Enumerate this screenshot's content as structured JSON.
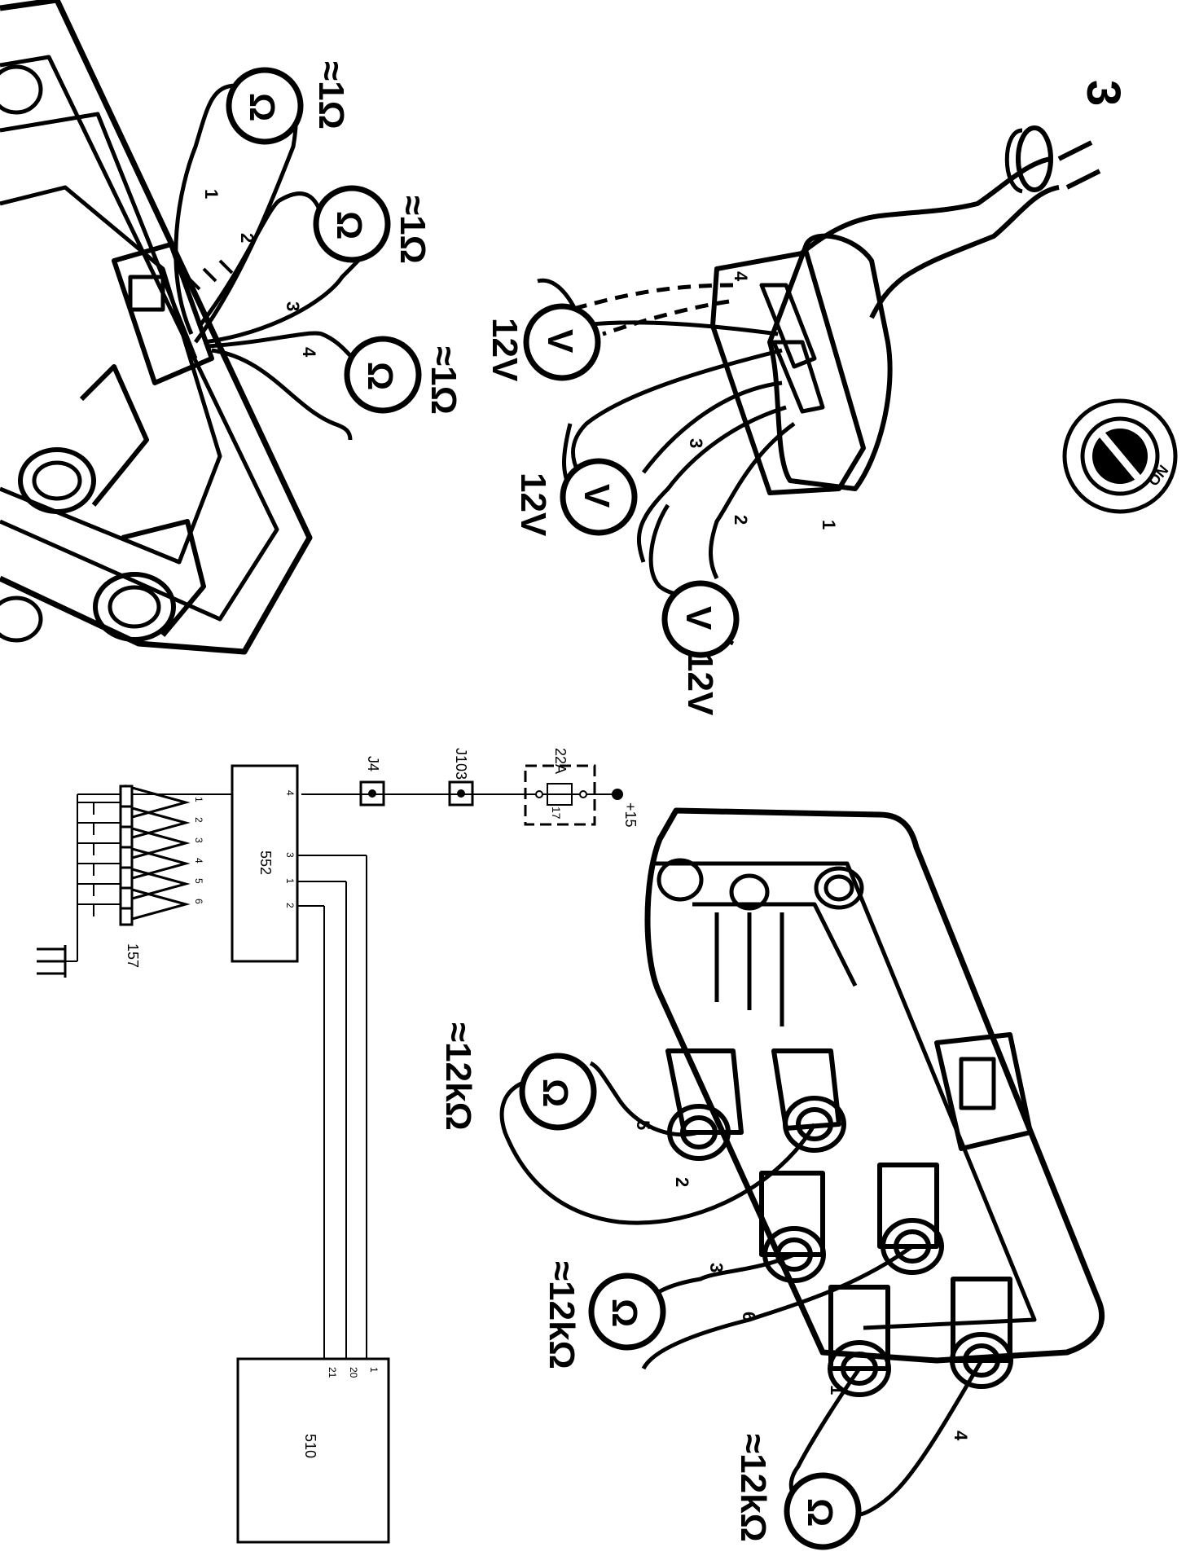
{
  "figure_number": "3",
  "ignition": {
    "label": "ON"
  },
  "coil_primary_test": {
    "wires": [
      "1",
      "2",
      "3",
      "4"
    ],
    "meters": [
      {
        "symbol": "Ω",
        "reading": "≈1Ω"
      },
      {
        "symbol": "Ω",
        "reading": "≈1Ω"
      },
      {
        "symbol": "Ω",
        "reading": "≈1Ω"
      }
    ]
  },
  "connector_voltage_test": {
    "pins": [
      "4",
      "3",
      "2",
      "1"
    ],
    "meters": [
      {
        "symbol": "V",
        "reading": "12V"
      },
      {
        "symbol": "V",
        "reading": "12V"
      },
      {
        "symbol": "V",
        "reading": "12V"
      }
    ]
  },
  "coil_secondary_test": {
    "towers": [
      "5",
      "2",
      "3",
      "6",
      "1",
      "4"
    ],
    "meters": [
      {
        "symbol": "Ω",
        "reading": "≈12kΩ"
      },
      {
        "symbol": "Ω",
        "reading": "≈12kΩ"
      },
      {
        "symbol": "Ω",
        "reading": "≈12kΩ"
      }
    ]
  },
  "schematic": {
    "supply": "+15",
    "fuse_rating": "22A",
    "fuse_number": "17",
    "junction_1": "J103",
    "junction_2": "J4",
    "module": "552",
    "module_pins": [
      "4",
      "3",
      "1",
      "2"
    ],
    "coil_pack": "157",
    "coil_outputs": [
      "1",
      "2",
      "3",
      "4",
      "5",
      "6"
    ],
    "ecu": "510",
    "ecu_pins": [
      "1",
      "20",
      "21"
    ]
  }
}
